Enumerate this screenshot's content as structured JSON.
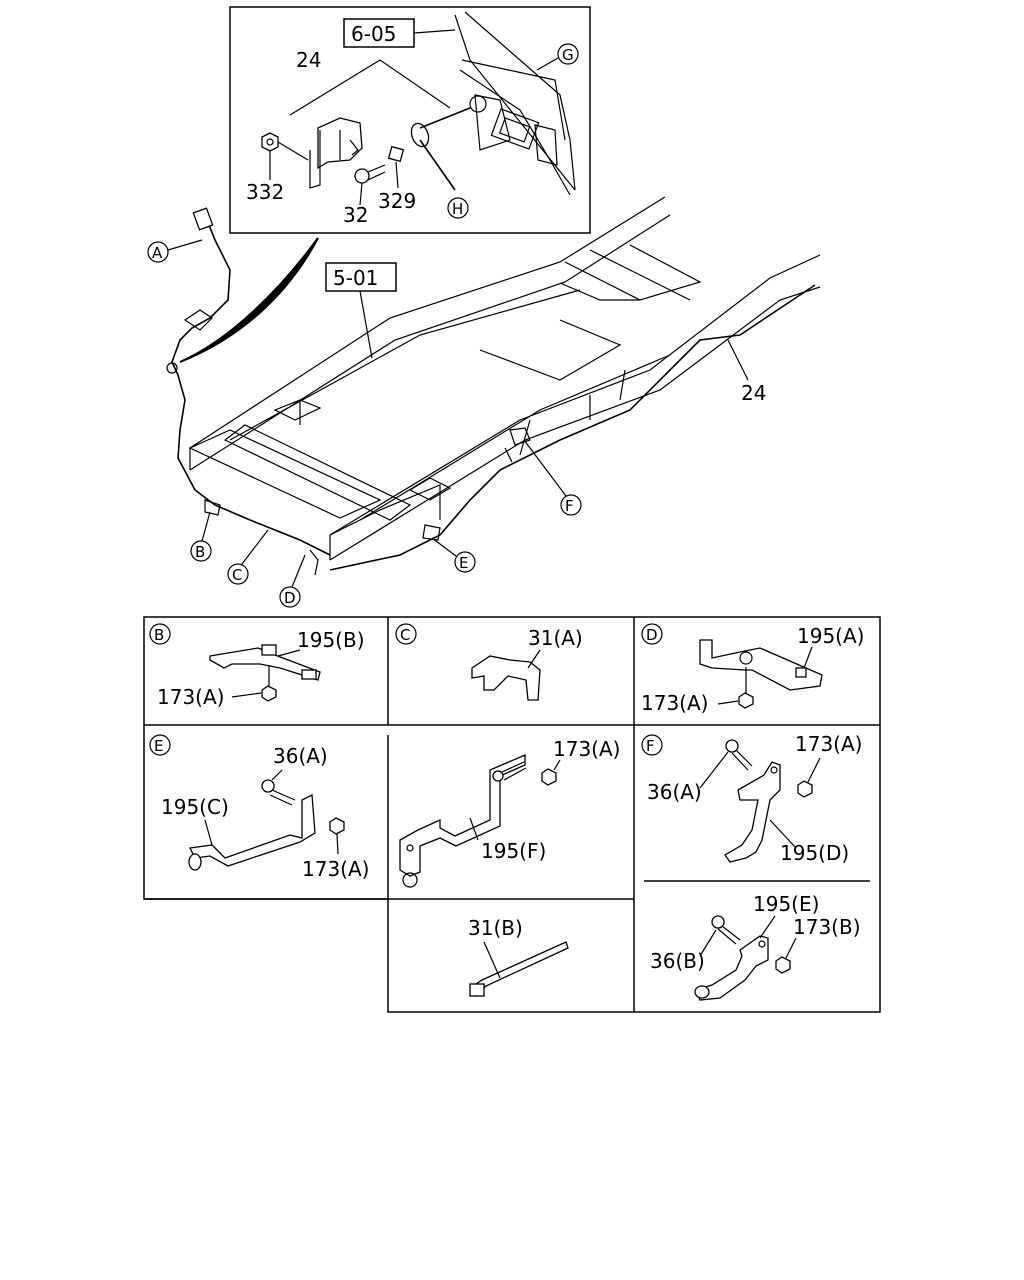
{
  "callouts": {
    "ref_top": "6-05",
    "ref_frame": "5-01",
    "inset_24": "24",
    "inset_332": "332",
    "inset_32": "32",
    "inset_329": "329",
    "frame_24": "24",
    "circle_G": "G",
    "circle_H": "H",
    "circle_A": "A",
    "circle_B": "B",
    "circle_C": "C",
    "circle_D": "D",
    "circle_E": "E",
    "circle_F": "F"
  },
  "details": {
    "B": {
      "tag": "B",
      "part1": "195(B)",
      "part2": "173(A)"
    },
    "C": {
      "tag": "C",
      "part1": "31(A)"
    },
    "D": {
      "tag": "D",
      "part1": "195(A)",
      "part2": "173(A)"
    },
    "E": {
      "tag": "E",
      "part1": "36(A)",
      "part2": "195(C)",
      "part3": "173(A)"
    },
    "E2": {
      "part1": "173(A)",
      "part2": "195(F)"
    },
    "F": {
      "tag": "F",
      "part1": "173(A)",
      "part2": "36(A)",
      "part3": "195(D)"
    },
    "cable_tie": {
      "part1": "31(B)"
    },
    "F2": {
      "part1": "195(E)",
      "part2": "173(B)",
      "part3": "36(B)"
    }
  }
}
